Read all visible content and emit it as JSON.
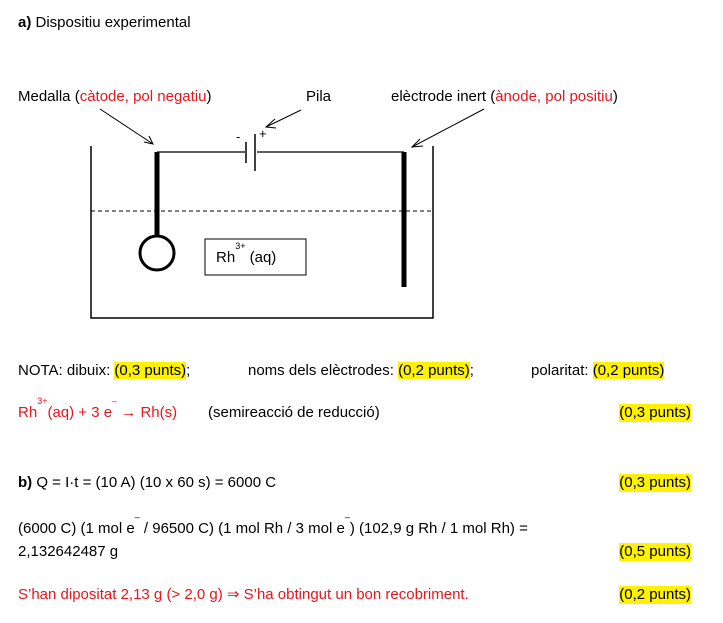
{
  "section_a": {
    "title_letter": "a)",
    "title_text": "Dispositiu experimental"
  },
  "diagram": {
    "label_medalla": "Medalla (",
    "label_medalla_red": "càtode, pol negatiu",
    "label_medalla_close": ")",
    "label_pila": "Pila",
    "label_electrode": "elèctrode inert (",
    "label_electrode_red": "ànode, pol positiu",
    "label_electrode_close": ")",
    "minus_sign": "-",
    "plus_sign": "+",
    "box_label_base": "Rh",
    "box_label_sup": "3+",
    "box_label_tail": " (aq)"
  },
  "nota": {
    "prefix": "NOTA: dibuix: ",
    "points_drawing": "(0,3 punts)",
    "sep1": ";",
    "electrodes_label": "noms dels elèctrodes: ",
    "points_electrodes": "(0,2 punts)",
    "sep2": ";",
    "polarity_label": "polaritat: ",
    "points_polarity": "(0,2 punts)"
  },
  "reaction": {
    "rh": "Rh",
    "rh_sup": "3+",
    "mid": "(aq) + 3 e",
    "e_sup": "–",
    "arrow": " → ",
    "product": "Rh(s)",
    "note": "(semireacció de reducció)",
    "points": "(0,3 punts)"
  },
  "section_b": {
    "letter": "b)",
    "equation": " Q = I·t = (10 A) (10 x 60 s) = 6000 C",
    "points": "(0,3 punts)"
  },
  "calc": {
    "part1": "(6000  C)  (1  mol  e",
    "sup1": "–",
    "part2": "  /  96500  C)  (1  mol  Rh  /  3  mol  e",
    "sup2": "–",
    "part3": ")  (102,9  g  Rh  /  1  mol  Rh)  =",
    "result": "2,132642487 g",
    "points": "(0,5 punts)"
  },
  "conclusion": {
    "text": "S’han dipositat 2,13 g (> 2,0 g) ⇒  S’ha obtingut un bon recobriment.",
    "points": "(0,2 punts)"
  }
}
